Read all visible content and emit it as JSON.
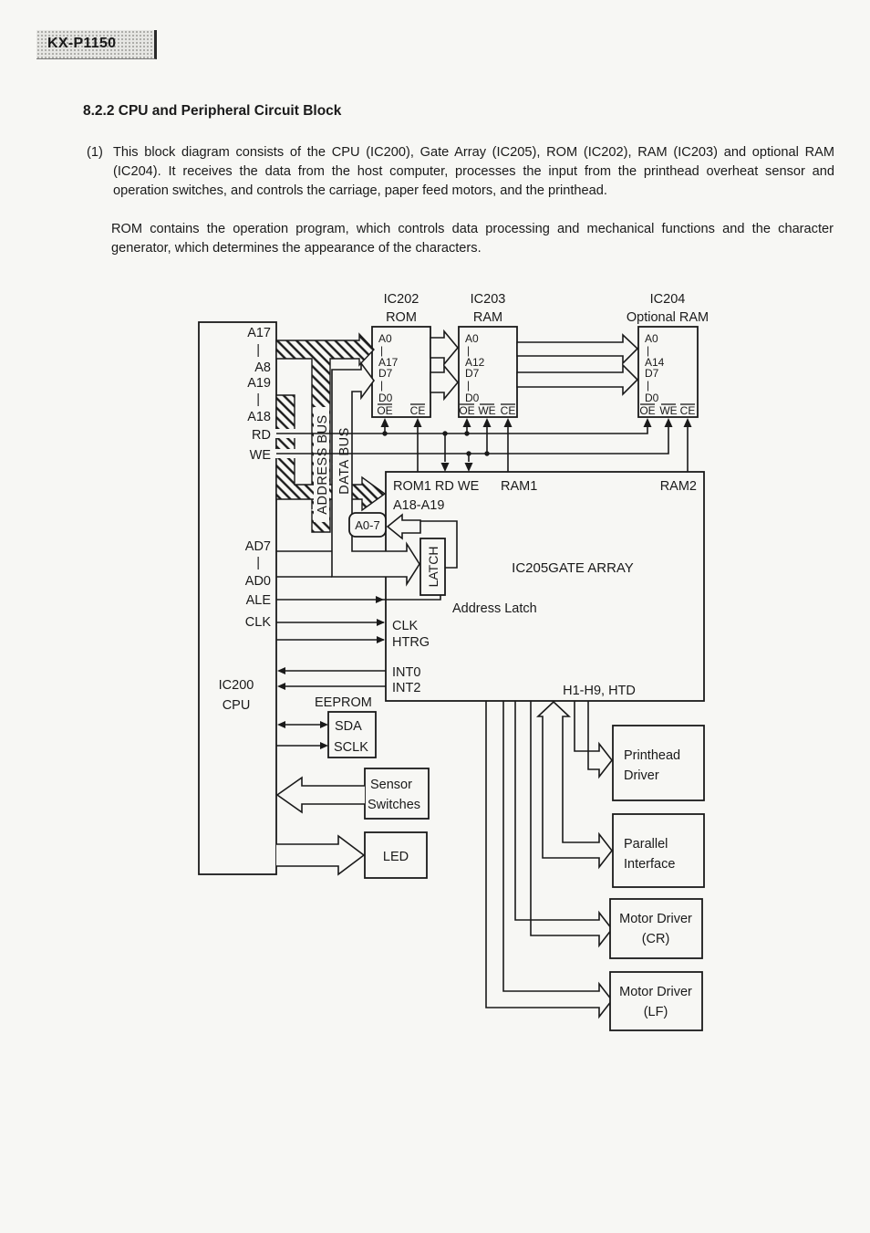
{
  "page": {
    "model_badge": "KX-P1150"
  },
  "section": {
    "heading": "8.2.2 CPU and Peripheral Circuit Block",
    "item_number": "(1)",
    "paragraph1": "This block diagram consists of the CPU (IC200), Gate Array (IC205), ROM (IC202), RAM (IC203) and optional RAM (IC204). It receives the data from the host computer, processes the input from the printhead overheat sensor and operation switches, and controls the carriage, paper feed motors, and the printhead.",
    "paragraph2": "ROM contains the operation program, which controls data processing and mechanical functions and the character generator, which determines the appearance of the characters."
  },
  "diagram": {
    "cpu": {
      "id": "IC200",
      "name": "CPU",
      "pins_upper": [
        "A17",
        "|",
        "A8",
        "A19",
        "|",
        "A18",
        "RD",
        "WE"
      ],
      "pins_lower": [
        "AD7",
        "|",
        "AD0",
        "ALE",
        "CLK"
      ]
    },
    "buses": {
      "address": "ADDRESS BUS",
      "data": "DATA BUS"
    },
    "rom": {
      "id": "IC202",
      "type": "ROM",
      "pins": [
        "A0",
        "|",
        "A17",
        "D7",
        "|",
        "D0"
      ],
      "ctrl": [
        "OE",
        "CE"
      ]
    },
    "ram": {
      "id": "IC203",
      "type": "RAM",
      "pins": [
        "A0",
        "|",
        "A12",
        "D7",
        "|",
        "D0"
      ],
      "ctrl": [
        "OE",
        "WE",
        "CE"
      ]
    },
    "optional_ram": {
      "id": "IC204",
      "type": "Optional RAM",
      "pins": [
        "A0",
        "|",
        "A14",
        "D7",
        "|",
        "D0"
      ],
      "ctrl": [
        "OE",
        "WE",
        "CE"
      ]
    },
    "gate_array": {
      "name": "IC205GATE ARRAY",
      "top_signals": "ROM1 RD WE",
      "ram1": "RAM1",
      "ram2": "RAM2",
      "a18_a19": "A18-A19",
      "a0_7": "A0-7",
      "latch": "LATCH",
      "address_latch": "Address Latch",
      "clk": "CLK",
      "htrg": "HTRG",
      "int0": "INT0",
      "int2": "INT2",
      "printhead_signals": "H1-H9, HTD"
    },
    "eeprom": {
      "label": "EEPROM",
      "sda": "SDA",
      "sclk": "SCLK"
    },
    "sensor_switches": {
      "line1": "Sensor",
      "line2": "Switches"
    },
    "led": {
      "label": "LED"
    },
    "printhead_driver": {
      "line1": "Printhead",
      "line2": "Driver"
    },
    "parallel_interface": {
      "line1": "Parallel",
      "line2": "Interface"
    },
    "motor_driver_cr": {
      "line1": "Motor Driver",
      "line2": "(CR)"
    },
    "motor_driver_lf": {
      "line1": "Motor Driver",
      "line2": "(LF)"
    }
  }
}
